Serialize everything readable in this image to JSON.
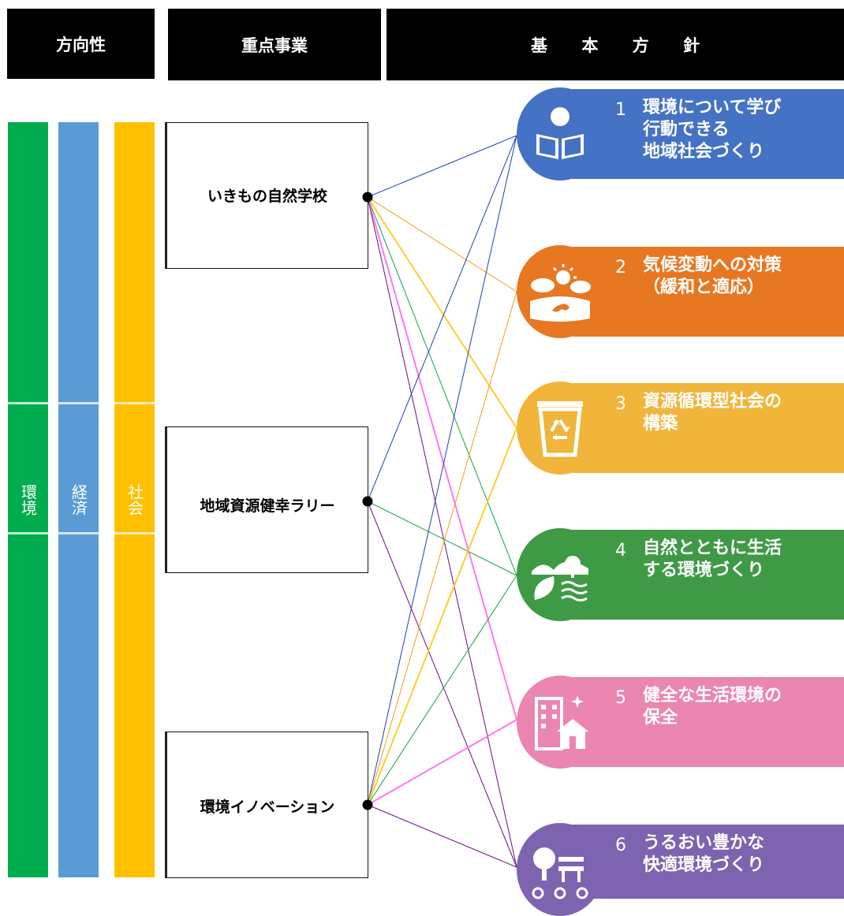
{
  "headers": {
    "direction": "方向性",
    "projects": "重点事業",
    "policies": "基 本 方 針"
  },
  "pillars": [
    {
      "label": "環境",
      "color": "#00ad4e"
    },
    {
      "label": "経済",
      "color": "#5b9bd5"
    },
    {
      "label": "社会",
      "color": "#ffc000"
    }
  ],
  "projects": [
    {
      "label": "いきもの自然学校"
    },
    {
      "label": "地域資源健幸ラリー"
    },
    {
      "label": "環境イノベーション"
    }
  ],
  "policies": [
    {
      "num": "1",
      "text": "環境について学び\n行動できる\n地域社会づくり",
      "color": "#4472c4",
      "icon": "reading-person-icon"
    },
    {
      "num": "2",
      "text": "気候変動への対策\n（緩和と適応）",
      "color": "#e87722",
      "icon": "weather-globe-icon"
    },
    {
      "num": "3",
      "text": "資源循環型社会の\n構築",
      "color": "#f1b53a",
      "icon": "recycle-bin-icon"
    },
    {
      "num": "4",
      "text": "自然とともに生活\nする環境づくり",
      "color": "#3f9a45",
      "icon": "nature-leaf-icon"
    },
    {
      "num": "5",
      "text": "健全な生活環境の\n保全",
      "color": "#ea86b0",
      "icon": "building-house-icon"
    },
    {
      "num": "6",
      "text": "うるおい豊かな\n快適環境づくり",
      "color": "#7d63b0",
      "icon": "tree-bench-icon"
    }
  ],
  "link_colors": {
    "1": "#1f3fbf",
    "2": "#f39c12",
    "3": "#ffcc33",
    "4": "#13a344",
    "5": "#ff77ee",
    "6": "#6a0f7a"
  }
}
